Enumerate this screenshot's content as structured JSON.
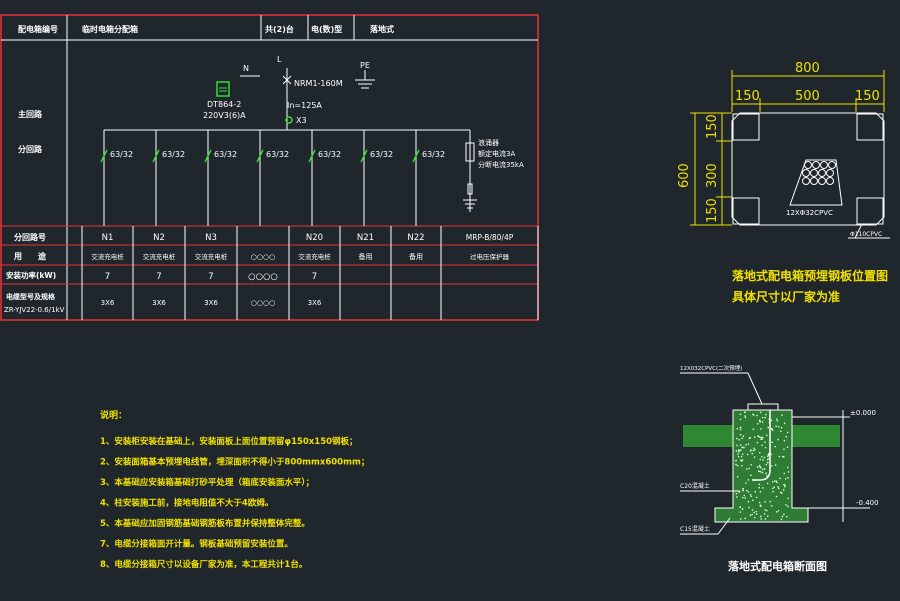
{
  "colors": {
    "background": "#1f262c",
    "frame": "#e8303a",
    "line": "#ffffff",
    "yellow": "#f0e000",
    "green": "#33dd33"
  },
  "table": {
    "header": {
      "c1": "配电箱编号",
      "c2": "临时电箱分配箱",
      "c3": "共(2)台",
      "c4": "电(数)型",
      "c5": "落地式"
    },
    "row_labels": {
      "main": "主回路",
      "branch": "分回路",
      "circuit_no": "分回路号",
      "usage": "用　　途",
      "power": "安装功率(kW)",
      "cable": "电缆型号及规格",
      "cable2": "ZR-YJV22-0.6/1kV"
    },
    "diagram": {
      "meter": "DT864-2",
      "meter2": "220V3(6)A",
      "n_label": "N",
      "l_label": "L",
      "breaker": "NRM1-160M",
      "pe_label": "PE",
      "in_rating": "In=125A",
      "x3": "X3",
      "breaker_label": "63/32",
      "spd1": "浪涌器",
      "spd2": "额定电流3A",
      "spd3": "分断电流35kA"
    },
    "circuits": [
      {
        "no": "N1",
        "use": "交流充电桩",
        "power": "7",
        "cable": "3X6"
      },
      {
        "no": "N2",
        "use": "交流充电桩",
        "power": "7",
        "cable": "3X6"
      },
      {
        "no": "N3",
        "use": "交流充电桩",
        "power": "7",
        "cable": "3X6"
      },
      {
        "no": "",
        "use": "○○○○",
        "power": "○○○○",
        "cable": "○○○○"
      },
      {
        "no": "N20",
        "use": "交流充电桩",
        "power": "7",
        "cable": "3X6"
      },
      {
        "no": "N21",
        "use": "备用",
        "power": "",
        "cable": ""
      },
      {
        "no": "N22",
        "use": "备用",
        "power": "",
        "cable": ""
      },
      {
        "no": "MRP-B/80/4P",
        "use": "过电压保护器",
        "power": "",
        "cable": ""
      }
    ]
  },
  "plate": {
    "w_total": "800",
    "w_left": "150",
    "w_mid": "500",
    "w_right": "150",
    "h_total": "600",
    "h_top": "150",
    "h_mid": "300",
    "h_bot": "150",
    "conduit": "12XΦ32CPVC",
    "pipe": "Φ110CPVC",
    "caption1": "落地式配电箱预埋钢板位置图",
    "caption2": "具体尺寸以厂家为准"
  },
  "notes": {
    "title": "说明：",
    "items": [
      "1、安装柜安装在基础上，安装面板上面位置预留φ150x150钢板；",
      "2、安装面箱基本预埋电线管，埋深面积不得小于800mmx600mm；",
      "3、本基础应安装箱基础打砂平处理（箱底安装面水平）；",
      "4、柱安装施工前，接地电阻值不大于4欧姆。",
      "5、本基础应加固钢筋基础钢筋板布置并保持整体完整。",
      "7、电缆分接箱面开计量。钢板基础预留安装位置。",
      "8、电缆分接箱尺寸以设备厂家为准，本工程共计1台。"
    ]
  },
  "section": {
    "lab1": "12X032CPVC(二次预埋)",
    "lab2": "C20混凝土",
    "lab3": "C15混凝土",
    "lev1": "±0.000",
    "lev2": "-0.400",
    "caption": "落地式配电箱断面图"
  }
}
